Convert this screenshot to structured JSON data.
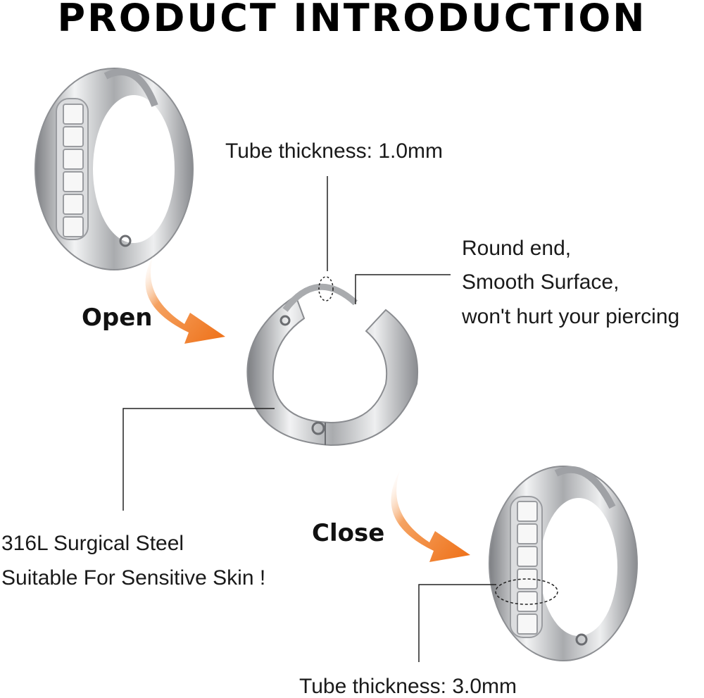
{
  "title": "PRODUCT INTRODUCTION",
  "labels": {
    "tube_thin": "Tube thickness: 1.0mm",
    "round_end": [
      "Round end,",
      "Smooth Surface,",
      "won't hurt your piercing"
    ],
    "open": "Open",
    "close": "Close",
    "steel": [
      "316L Surgical Steel",
      "Suitable For Sensitive Skin !"
    ],
    "tube_thick": "Tube thickness: 3.0mm"
  },
  "colors": {
    "arrow": "#f07a26",
    "steel": "#c9cacc",
    "line": "#222222"
  },
  "icons": [
    "hoop-earring-closed",
    "hoop-earring-open",
    "hoop-earring-closed-small",
    "curved-arrow",
    "curved-arrow"
  ]
}
